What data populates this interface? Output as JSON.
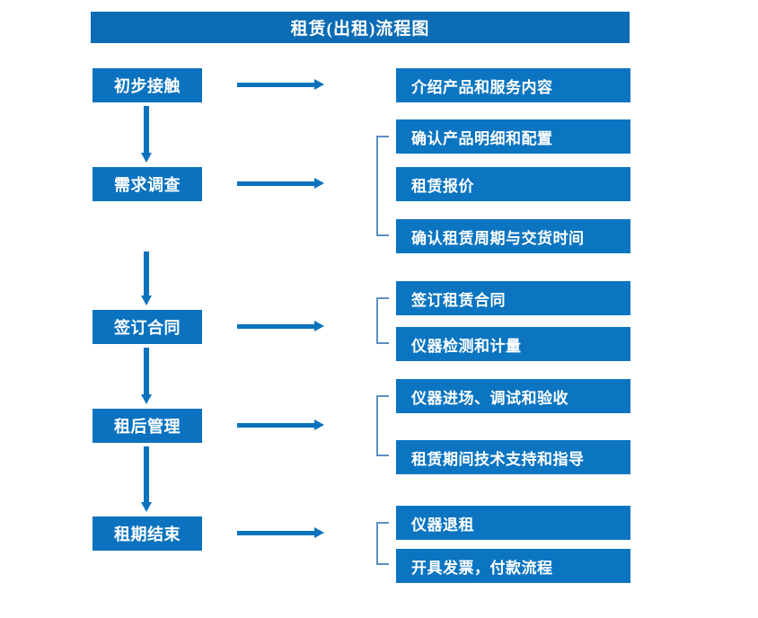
{
  "diagram": {
    "title": "租赁(出租)流程图",
    "colors": {
      "box_fill": "#0b75c2",
      "title_fill": "#0b6cb5",
      "arrow": "#0b72bd",
      "bracket": "#5c8fc4",
      "text": "#ffffff",
      "background": "#ffffff"
    },
    "stages": [
      {
        "label": "初步接触"
      },
      {
        "label": "需求调查"
      },
      {
        "label": "签订合同"
      },
      {
        "label": "租后管理"
      },
      {
        "label": "租期结束"
      }
    ],
    "details": [
      {
        "label": "介绍产品和服务内容"
      },
      {
        "label": "确认产品明细和配置"
      },
      {
        "label": "租赁报价"
      },
      {
        "label": "确认租赁周期与交货时间"
      },
      {
        "label": "签订租赁合同"
      },
      {
        "label": "仪器检测和计量"
      },
      {
        "label": "仪器进场、调试和验收"
      },
      {
        "label": "租赁期间技术支持和指导"
      },
      {
        "label": "仪器退租"
      },
      {
        "label": "开具发票，付款流程"
      }
    ],
    "connectors": {
      "vertical_arrow_count": 4,
      "horizontal_arrow_count": 5,
      "bracket_count": 4
    }
  }
}
